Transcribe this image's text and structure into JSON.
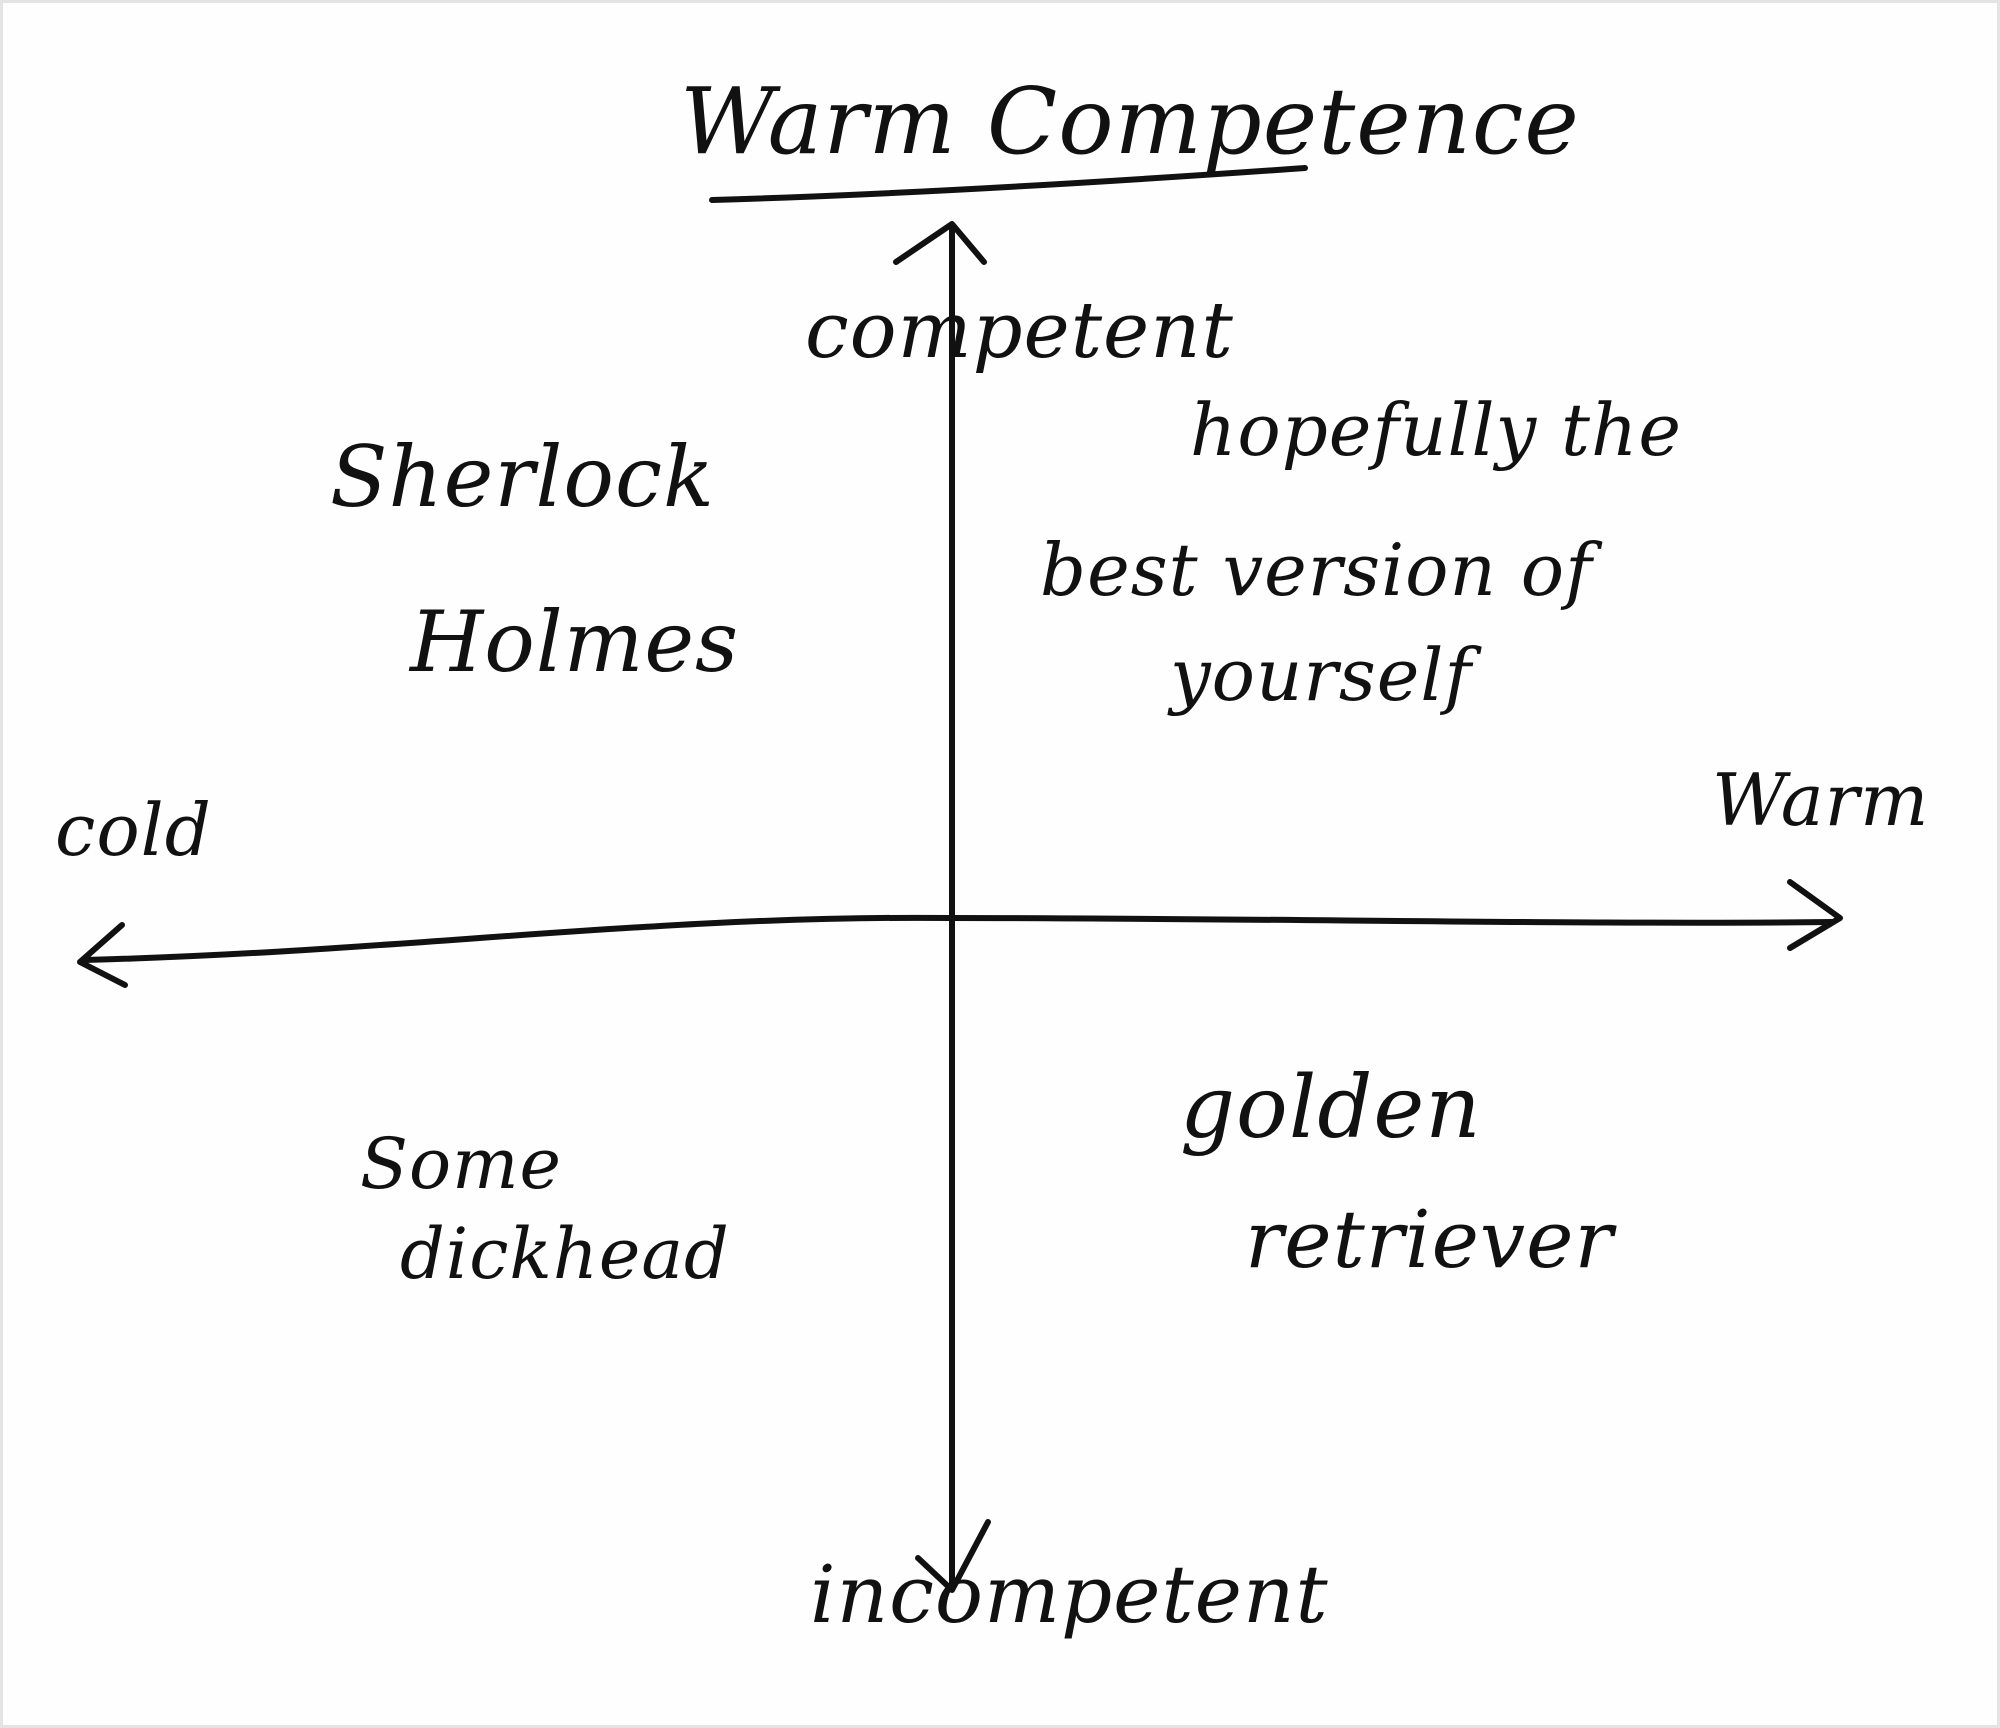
{
  "title": "Warm Competence",
  "axes": {
    "top": "competent",
    "bottom": "incompetent",
    "left": "cold",
    "right": "Warm"
  },
  "quadrants": {
    "top_left": [
      "Sherlock",
      "Holmes"
    ],
    "top_right": [
      "hopefully the",
      "best version of",
      "yourself"
    ],
    "bottom_left": [
      "Some",
      "dickhead"
    ],
    "bottom_right": [
      "golden",
      "retriever"
    ]
  },
  "colors": {
    "ink": "#111111",
    "paper": "#fefefe"
  }
}
